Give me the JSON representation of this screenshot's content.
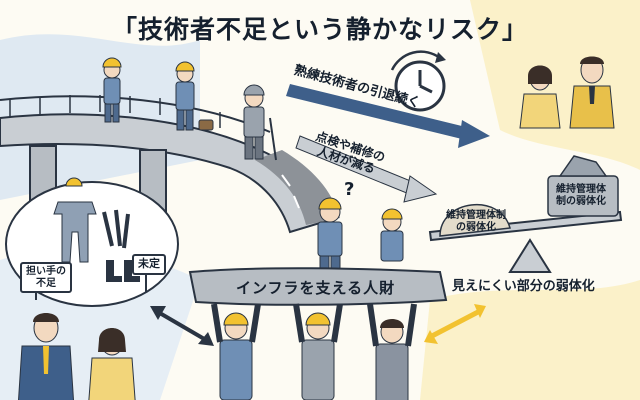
{
  "title": "「技術者不足という静かなリスク」",
  "arrow_retirement": "熟練技術者の引退続く",
  "arrow_decline": "点検や補修の\n人材が減る",
  "question_mark": "?",
  "sign_shortage": "担い手の\n不足",
  "sign_undecided": "未定",
  "scale_left": "維持管理体制\nの弱体化",
  "scale_right": "維持管理体\n制の弱体化",
  "beam_label": "インフラを支える人財",
  "hidden_weakness": "見えにくい部分の弱体化",
  "colors": {
    "navy": "#22324a",
    "helmet": "#f2c230",
    "road": "#8d9298",
    "bridge": "#c9ced3",
    "worker_blue": "#6f8fb5",
    "pale_blue": "#dfe9f2",
    "pale_yellow": "#fbf1c9"
  }
}
